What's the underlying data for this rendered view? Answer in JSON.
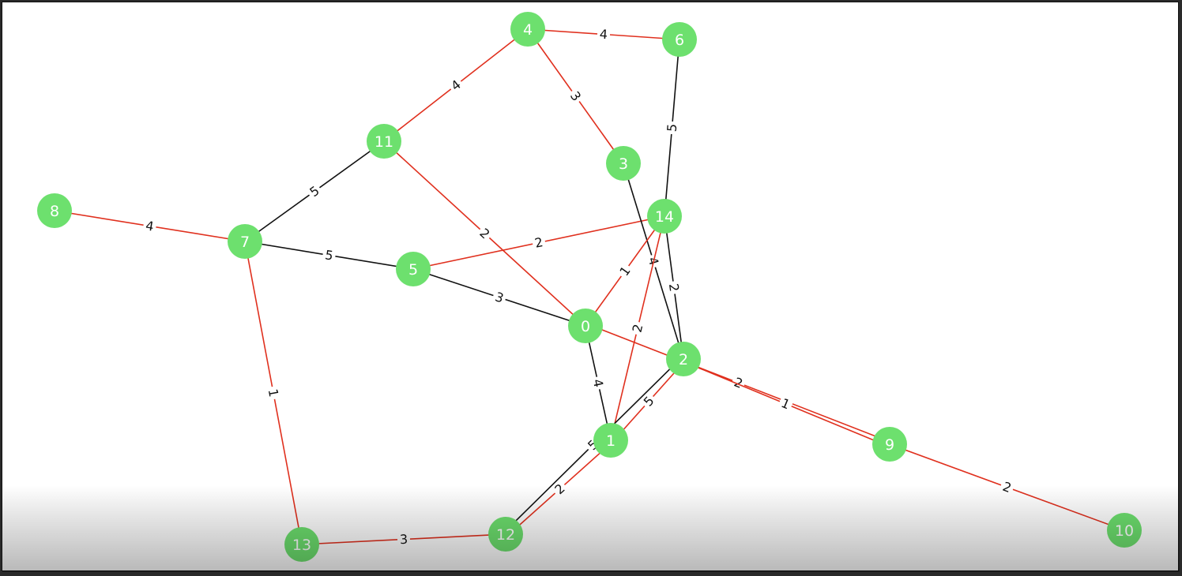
{
  "graph": {
    "node_color": "#6de06e",
    "node_label_color": "#ffffff",
    "highlight_color": "#e0301e",
    "default_edge_color": "#111111",
    "nodes": [
      "0",
      "1",
      "2",
      "3",
      "4",
      "5",
      "6",
      "7",
      "8",
      "9",
      "10",
      "11",
      "12",
      "13",
      "14"
    ],
    "edges": [
      {
        "source": "4",
        "target": "6",
        "weight": "4",
        "highlighted": true
      },
      {
        "source": "4",
        "target": "11",
        "weight": "4",
        "highlighted": true
      },
      {
        "source": "4",
        "target": "3",
        "weight": "3",
        "highlighted": true
      },
      {
        "source": "6",
        "target": "14",
        "weight": "5",
        "highlighted": false
      },
      {
        "source": "11",
        "target": "7",
        "weight": "5",
        "highlighted": false
      },
      {
        "source": "11",
        "target": "0",
        "weight": "2",
        "highlighted": true
      },
      {
        "source": "8",
        "target": "7",
        "weight": "4",
        "highlighted": true
      },
      {
        "source": "7",
        "target": "5",
        "weight": "5",
        "highlighted": false
      },
      {
        "source": "7",
        "target": "13",
        "weight": "1",
        "highlighted": true
      },
      {
        "source": "5",
        "target": "14",
        "weight": "2",
        "highlighted": true
      },
      {
        "source": "5",
        "target": "0",
        "weight": "3",
        "highlighted": false
      },
      {
        "source": "3",
        "target": "2",
        "weight": "4",
        "highlighted": false
      },
      {
        "source": "14",
        "target": "2",
        "weight": "2",
        "highlighted": false
      },
      {
        "source": "14",
        "target": "0",
        "weight": "1",
        "highlighted": true
      },
      {
        "source": "14",
        "target": "1",
        "weight": "2",
        "highlighted": true
      },
      {
        "source": "0",
        "target": "1",
        "weight": "4",
        "highlighted": false
      },
      {
        "source": "0",
        "target": "9",
        "weight": "2",
        "highlighted": true
      },
      {
        "source": "2",
        "target": "9",
        "weight": "1",
        "highlighted": true
      },
      {
        "source": "2",
        "target": "1",
        "weight": "5",
        "highlighted": true
      },
      {
        "source": "2",
        "target": "12",
        "weight": "5",
        "highlighted": false
      },
      {
        "source": "1",
        "target": "12",
        "weight": "2",
        "highlighted": true
      },
      {
        "source": "13",
        "target": "12",
        "weight": "3",
        "highlighted": true
      },
      {
        "source": "9",
        "target": "10",
        "weight": "2",
        "highlighted": true
      }
    ]
  }
}
